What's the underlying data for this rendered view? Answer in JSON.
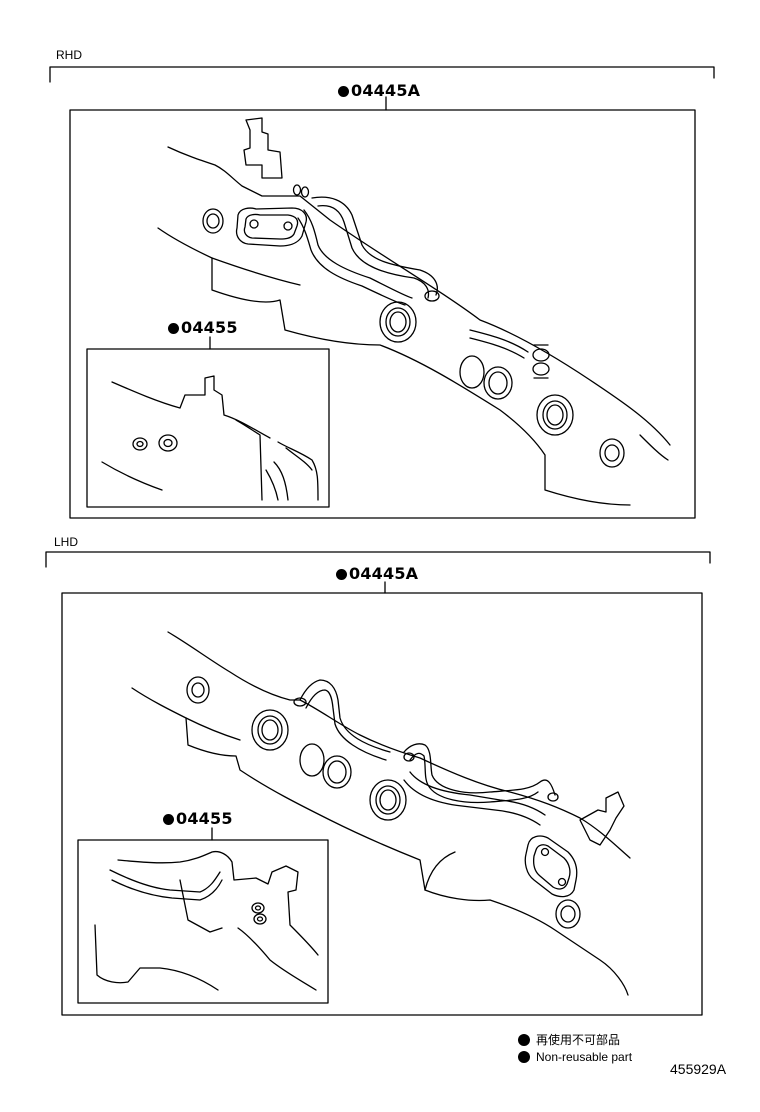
{
  "sections": [
    {
      "label": "RHD",
      "main_part": "04445A",
      "inset_part": "04455"
    },
    {
      "label": "LHD",
      "main_part": "04445A",
      "inset_part": "04455"
    }
  ],
  "legend": {
    "japanese": "再使用不可部品",
    "english": "Non-reusable part"
  },
  "figure_number": "455929A"
}
